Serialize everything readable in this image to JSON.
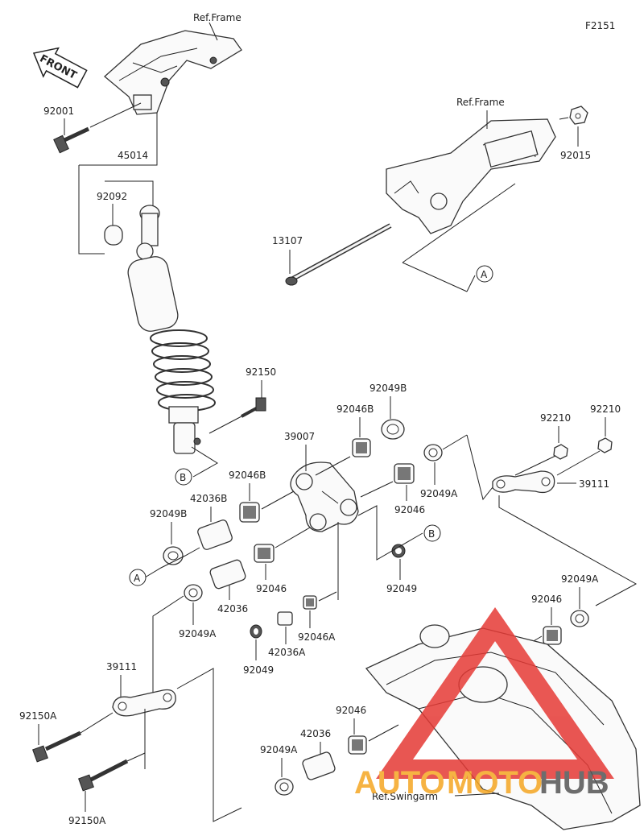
{
  "figure_code": "F2151",
  "front_label": "FRONT",
  "refs": {
    "frame_top": "Ref.Frame",
    "frame_mid": "Ref.Frame",
    "swingarm": "Ref.Swingarm"
  },
  "callouts": {
    "a": "A",
    "b": "B"
  },
  "parts": {
    "p92001": "92001",
    "p45014": "45014",
    "p92092": "92092",
    "p92015": "92015",
    "p13107": "13107",
    "p92150": "92150",
    "p92049b_top": "92049B",
    "p92046b_top": "92046B",
    "p39007": "39007",
    "p92046b_left": "92046B",
    "p42036b": "42036B",
    "p92049b_left": "92049B",
    "p92049a_mid": "92049A",
    "p92046_right": "92046",
    "p92049_right": "92049",
    "p92046_mid": "92046",
    "p42036_mid": "42036",
    "p92049a_left": "92049A",
    "p92046a": "92046A",
    "p42036a": "42036A",
    "p92049_low": "92049",
    "p92210_a": "92210",
    "p92210_b": "92210",
    "p39111_right": "39111",
    "p92049a_right": "92049A",
    "p92046_lowright": "92046",
    "p39111_left": "39111",
    "p92150a_top": "92150A",
    "p92150a_bottom": "92150A",
    "p92046_bottom": "92046",
    "p42036_bottom": "42036",
    "p92049a_bottom": "92049A"
  },
  "watermark": {
    "auto": "AUTO",
    "moto": "MOTO",
    "hub": "HUB",
    "color_main": "#f5a623",
    "color_hub": "#555555",
    "color_triangle": "#e53935"
  }
}
